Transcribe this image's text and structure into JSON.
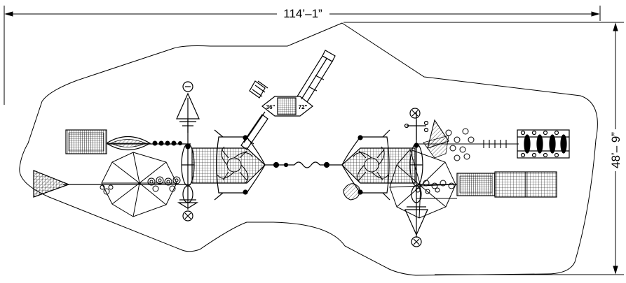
{
  "dimensions": {
    "width_label": "114’–1”",
    "depth_label": "48’– 9”"
  },
  "deck_labels": {
    "left": "36\"",
    "right": "72\""
  },
  "colors": {
    "line": "#000000",
    "background": "#ffffff"
  }
}
